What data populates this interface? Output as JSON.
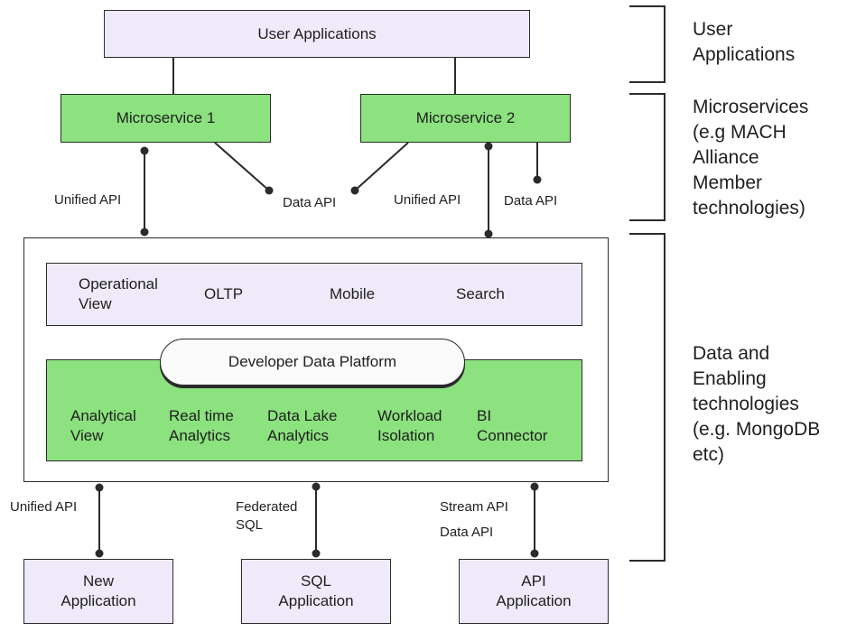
{
  "boxes": {
    "user_apps": "User Applications",
    "ms1": "Microservice 1",
    "ms2": "Microservice 2",
    "new_app": "New\nApplication",
    "sql_app": "SQL\nApplication",
    "api_app": "API\nApplication"
  },
  "operational": {
    "items": [
      "Operational\nView",
      "OLTP",
      "Mobile",
      "Search"
    ]
  },
  "platform_label": "Developer Data Platform",
  "analytical": {
    "items": [
      "Analytical\nView",
      "Real time\nAnalytics",
      "Data Lake\nAnalytics",
      "Workload\nIsolation",
      "BI\nConnector"
    ]
  },
  "connectors": {
    "unified_api_1": "Unified API",
    "data_api_1": "Data API",
    "unified_api_2": "Unified API",
    "data_api_2": "Data API",
    "unified_api_bottom": "Unified API",
    "federated_sql": "Federated\nSQL",
    "stream_api": "Stream API",
    "data_api_bottom": "Data API"
  },
  "layers": {
    "user": "User\nApplications",
    "micro": "Microservices\n(e.g MACH\nAlliance\nMember\ntechnologies)",
    "data": "Data and\nEnabling\ntechnologies\n(e.g. MongoDB\netc)"
  },
  "colors": {
    "lavender": "#efeaf9",
    "green": "#8be27e",
    "line": "#2b2b2b"
  }
}
